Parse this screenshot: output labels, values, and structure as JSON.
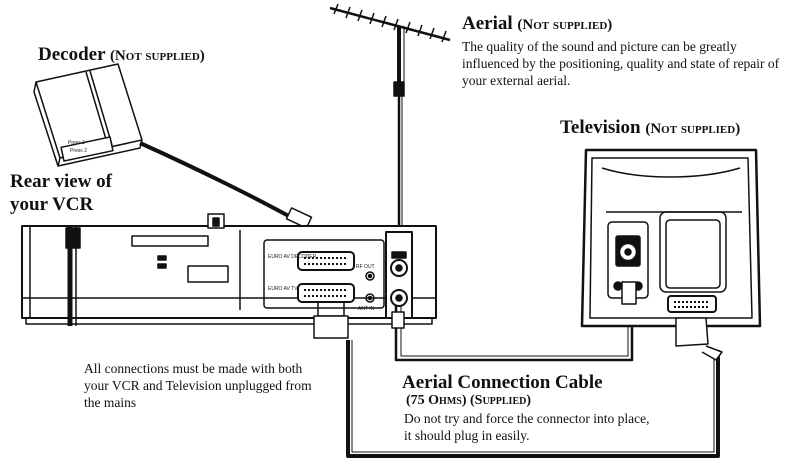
{
  "aerial": {
    "title": "Aerial",
    "note": "(Not supplied)",
    "description": "The quality of the sound and picture can be greatly influenced by the positioning, quality and state of repair of your external aerial."
  },
  "decoder": {
    "title": "Decoder",
    "note": "(Not supplied)",
    "panel_lines": [
      "Press 1",
      "Press 2"
    ]
  },
  "television": {
    "title": "Television",
    "note": "(Not supplied)"
  },
  "vcr": {
    "title_line1": "Rear view of",
    "title_line2": "your VCR",
    "socket_labels": [
      "EURO AV DECODER",
      "EURO AV TV",
      "RF OUT",
      "ANT IN"
    ]
  },
  "safety_note": "All connections must be made with both your VCR and Television unplugged from the mains",
  "cable": {
    "title": "Aerial Connection Cable",
    "subtitle": "(75 Ohms) (Supplied)",
    "description": "Do not try and force the connector into place, it should plug in easily."
  },
  "colors": {
    "ink": "#111111",
    "paper": "#ffffff"
  }
}
